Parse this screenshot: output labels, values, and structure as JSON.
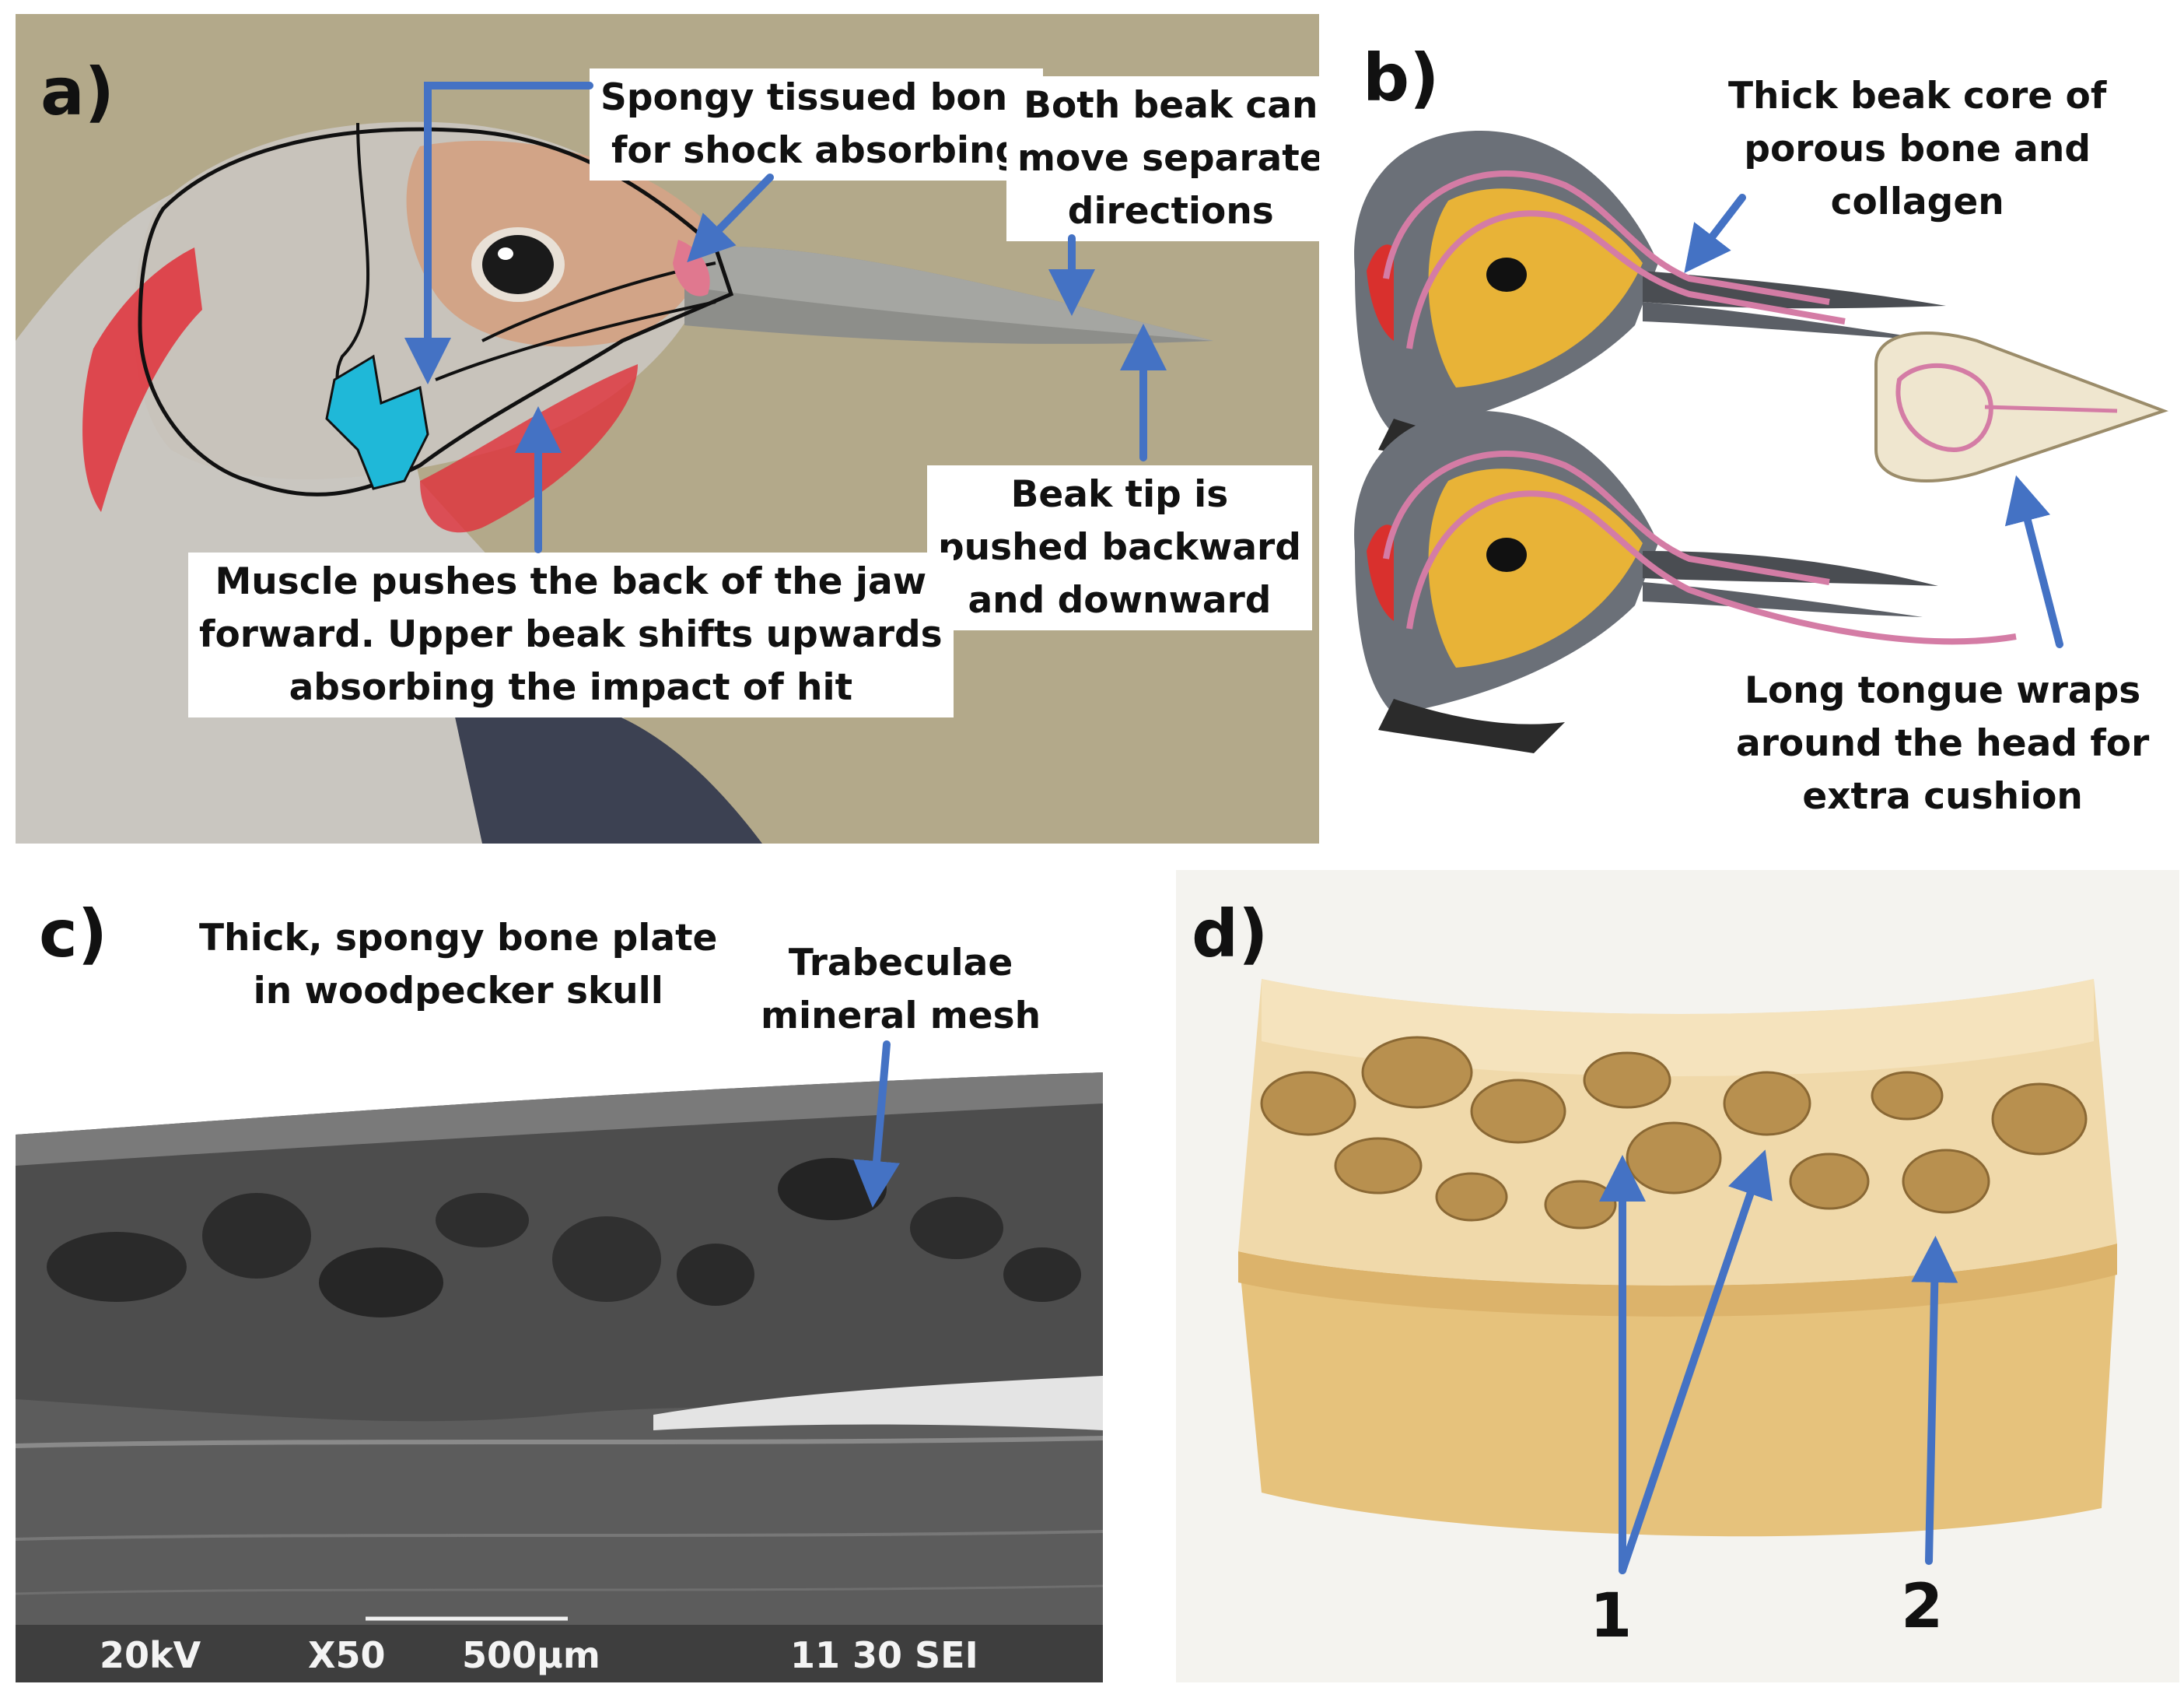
{
  "panels": {
    "a": {
      "label": "a)",
      "notes": {
        "spongy": [
          "Spongy tissued bone",
          "for shock absorbing"
        ],
        "both_beak": [
          "Both beak can",
          "move separate",
          "directions"
        ],
        "beak_tip": [
          "Beak tip is",
          "pushed backward",
          "and downward"
        ],
        "muscle": [
          "Muscle pushes the back of the jaw",
          "forward. Upper beak shifts upwards",
          "absorbing the impact of hit"
        ]
      }
    },
    "b": {
      "label": "b)",
      "notes": {
        "core": [
          "Thick beak core of",
          "porous bone and",
          "collagen"
        ],
        "tongue": [
          "Long tongue wraps",
          "around the head for",
          "extra cushion"
        ]
      }
    },
    "c": {
      "label": "c)",
      "notes": {
        "plate": [
          "Thick, spongy bone plate",
          "in woodpecker skull"
        ],
        "trabeculae": [
          "Trabeculae",
          "mineral mesh"
        ]
      },
      "sem_bar": {
        "kv": "20kV",
        "mag": "X50",
        "scale": "500µm",
        "id": "11 30 SEI"
      }
    },
    "d": {
      "label": "d)",
      "numbers": [
        "1",
        "2"
      ]
    }
  },
  "colors": {
    "arrow": "#4472c4",
    "highlight_cyan": "#1fb8d8",
    "highlight_pink": "#e0788f",
    "red_patch": "#e0303a"
  }
}
